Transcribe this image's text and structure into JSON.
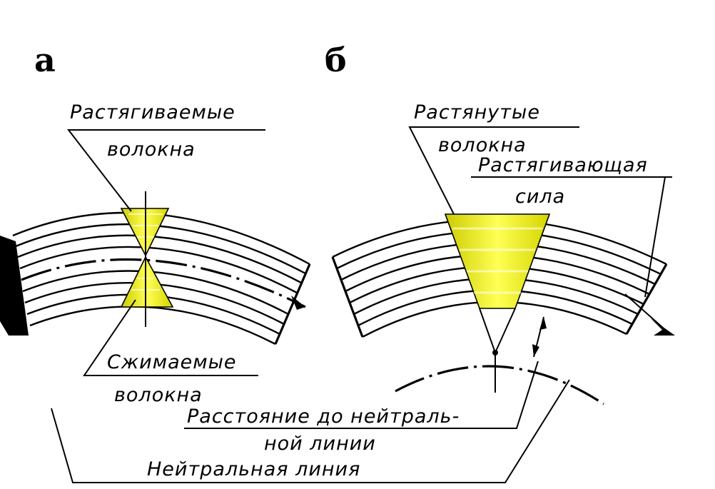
{
  "panels": {
    "a": {
      "label": "а"
    },
    "b": {
      "label": "б"
    }
  },
  "labels": {
    "stretched_fibers_a_line1": "Растягиваемые",
    "stretched_fibers_a_line2": "волокна",
    "compressed_fibers_line1": "Сжимаемые",
    "compressed_fibers_line2": "волокна",
    "stretched_fibers_b_line1": "Растянутые",
    "stretched_fibers_b_line2": "волокна",
    "tensile_force_line1": "Растягивающая",
    "tensile_force_line2": "сила",
    "distance_line1": "Расстояние до нейтраль-",
    "distance_line2": "ной линии",
    "neutral_line": "Нейтральная линия"
  },
  "colors": {
    "ink": "#000000",
    "highlight": "#e6e600",
    "highlight_light": "#ffff66",
    "background": "#ffffff"
  }
}
